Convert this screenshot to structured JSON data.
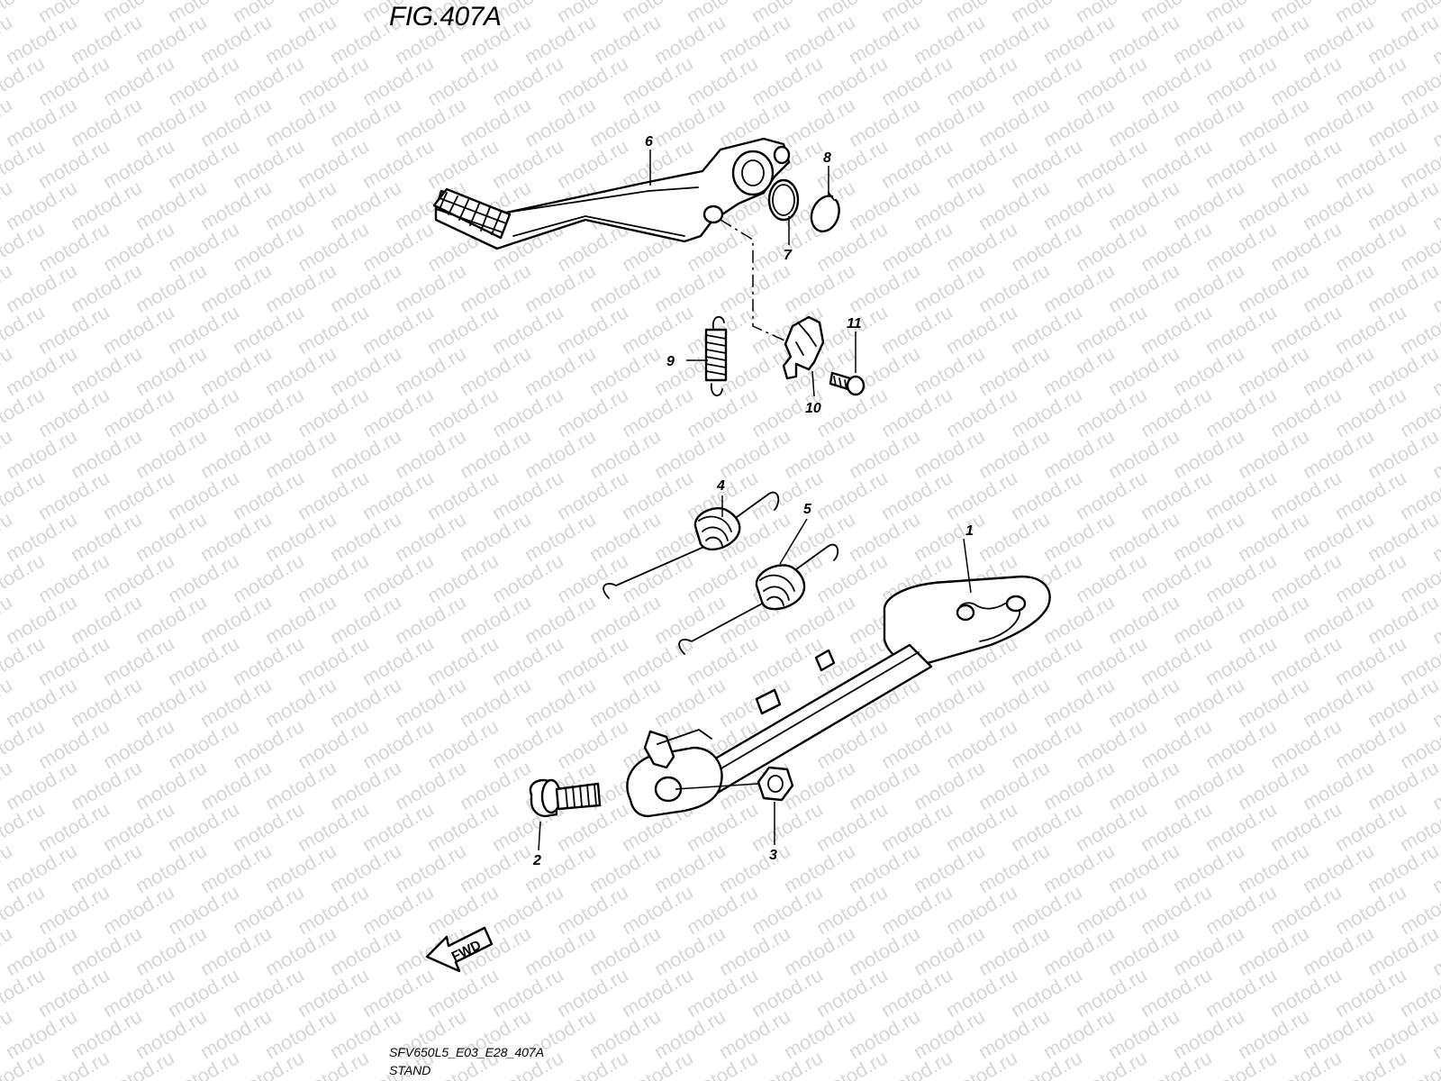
{
  "figure": {
    "title": "FIG.407A",
    "code": "SFV650L5_E03_E28_407A",
    "name": "STAND"
  },
  "watermark": {
    "text": "motod.ru",
    "color": "#d6d6d6"
  },
  "fwd_arrow": {
    "label": "FWD"
  },
  "callouts": [
    "1",
    "2",
    "3",
    "4",
    "5",
    "6",
    "7",
    "8",
    "9",
    "10",
    "11"
  ]
}
